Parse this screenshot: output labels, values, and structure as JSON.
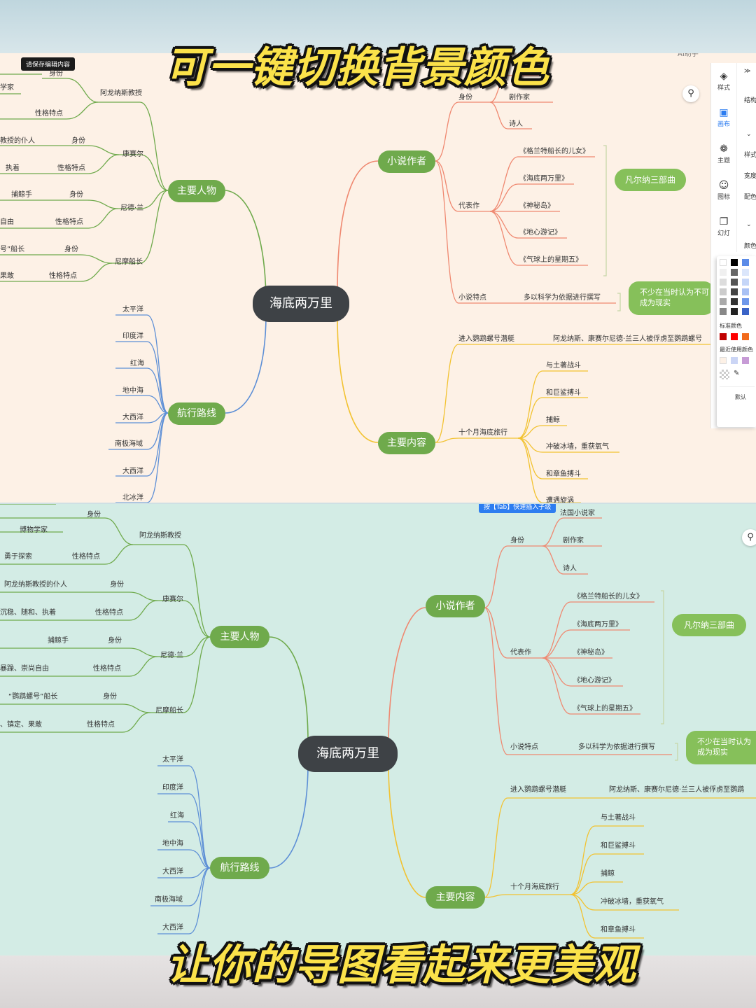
{
  "captions": {
    "top": "可一键切换背景颜色",
    "bottom": "让你的导图看起来更美观"
  },
  "colors": {
    "bg1": "#fdf1e6",
    "bg2": "#d3ece5",
    "green": "#6faa4c",
    "orange": "#ef8870",
    "blue": "#5d8fd6",
    "yellow": "#f2c230",
    "root": "#3e4246"
  },
  "tooltip_save": "请保存编辑内容",
  "tooltip_tab": "按【Tab】快速插入子级",
  "top_right_menu": "AI助手",
  "root": "海底两万里",
  "main": {
    "characters": "主要人物",
    "route": "航行路线",
    "author": "小说作者",
    "content": "主要内容"
  },
  "characters": {
    "aronnax": "阿龙纳斯教授",
    "aronnax_role": "博物学家",
    "aronnax_role_short": "学家",
    "identity": "身份",
    "trait": "性格特点",
    "aronnax_trait": "勇于探索",
    "conseil": "康赛尔",
    "conseil_role": "阿龙纳斯教授的仆人",
    "conseil_role_short": "教授的仆人",
    "conseil_trait": "沉稳、随和、执着",
    "conseil_trait_short": "执着",
    "ned": "尼德·兰",
    "ned_role": "捕鲸手",
    "ned_trait": "暴躁、崇尚自由",
    "ned_trait_short": "自由",
    "nemo": "尼摩船长",
    "nemo_role": "“鹦鹉螺号”船长",
    "nemo_role_short": "号”船长",
    "nemo_trait": "、镇定、果敢",
    "nemo_trait_short": "果敢"
  },
  "route": [
    "太平洋",
    "印度洋",
    "红海",
    "地中海",
    "大西洋",
    "南极海域",
    "大西洋",
    "北冰洋"
  ],
  "author": {
    "name": "法国小说家",
    "identity": "身份",
    "roles": [
      "剧作家",
      "诗人"
    ],
    "works_label": "代表作",
    "works": [
      "《格兰特船长的儿女》",
      "《海底两万里》",
      "《神秘岛》",
      "《地心游记》",
      "《气球上的星期五》"
    ],
    "trilogy": "凡尔纳三部曲",
    "style_label": "小说特点",
    "style": "多以科学为依据进行撰写",
    "style_note": "不少在当时认为不可能的事后来成为现实",
    "style_note_1": "不少在当时认为不可",
    "style_note_1b": "不少在当时认为",
    "style_note_2": "成为现实"
  },
  "content": {
    "intro_label": "进入鹦鹉螺号潜艇",
    "intro_text": "阿龙纳斯、康赛尔尼德·兰三人被俘虏至鹦鹉螺号",
    "intro_text_b": "阿龙纳斯、康赛尔尼德·兰三人被俘虏至鹦鹉",
    "trip_label": "十个月海底旅行",
    "events": [
      "与土著战斗",
      "和巨鲨搏斗",
      "捕鲸",
      "冲破冰墙，重获氧气",
      "和章鱼搏斗",
      "遭遇旋涡"
    ],
    "partial_event": "遭遇旋涡"
  },
  "sidebar": {
    "items": [
      "样式",
      "画布",
      "主题",
      "图标",
      "幻灯"
    ],
    "right_labels": [
      "结构",
      "样式",
      "宽度",
      "配色",
      "颜色"
    ],
    "standard_colors": "标准颜色",
    "recent_colors": "最近使用颜色",
    "default": "默认"
  }
}
